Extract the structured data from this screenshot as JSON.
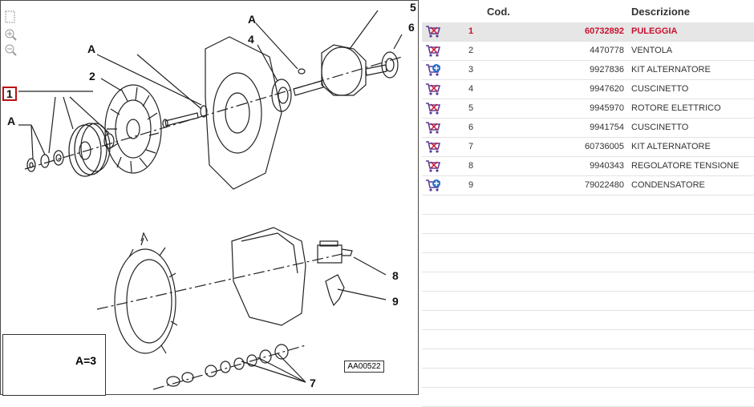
{
  "diagram": {
    "callouts": {
      "a1": "A",
      "a2": "A",
      "a3": "A",
      "n1": "1",
      "n2": "2",
      "n4": "4",
      "n5": "5",
      "n6": "6",
      "n7": "7",
      "n8": "8",
      "n9": "9"
    },
    "legend_text": "A=3",
    "ref_code": "AA00522",
    "tools": [
      "fit-page-icon",
      "zoom-in-icon",
      "zoom-out-icon"
    ]
  },
  "table": {
    "headers": {
      "cod": "Cod.",
      "desc": "Descrizione"
    },
    "rows": [
      {
        "icon": "cart-remove-icon",
        "num": "1",
        "code": "60732892",
        "desc": "PULEGGIA",
        "selected": true
      },
      {
        "icon": "cart-remove-icon",
        "num": "2",
        "code": "4470778",
        "desc": "VENTOLA"
      },
      {
        "icon": "cart-add-icon",
        "num": "3",
        "code": "9927836",
        "desc": "KIT ALTERNATORE"
      },
      {
        "icon": "cart-remove-icon",
        "num": "4",
        "code": "9947620",
        "desc": "CUSCINETTO"
      },
      {
        "icon": "cart-remove-icon",
        "num": "5",
        "code": "9945970",
        "desc": "ROTORE ELETTRICO"
      },
      {
        "icon": "cart-remove-icon",
        "num": "6",
        "code": "9941754",
        "desc": "CUSCINETTO"
      },
      {
        "icon": "cart-remove-icon",
        "num": "7",
        "code": "60736005",
        "desc": "KIT ALTERNATORE"
      },
      {
        "icon": "cart-remove-icon",
        "num": "8",
        "code": "9940343",
        "desc": "REGOLATORE TENSIONE"
      },
      {
        "icon": "cart-add-icon",
        "num": "9",
        "code": "79022480",
        "desc": "CONDENSATORE"
      }
    ]
  },
  "colors": {
    "selected_text": "#c8102e",
    "selected_bg": "#e6e6e6",
    "cart_purple": "#5a3d9a",
    "add_blue": "#2a6fc7"
  }
}
